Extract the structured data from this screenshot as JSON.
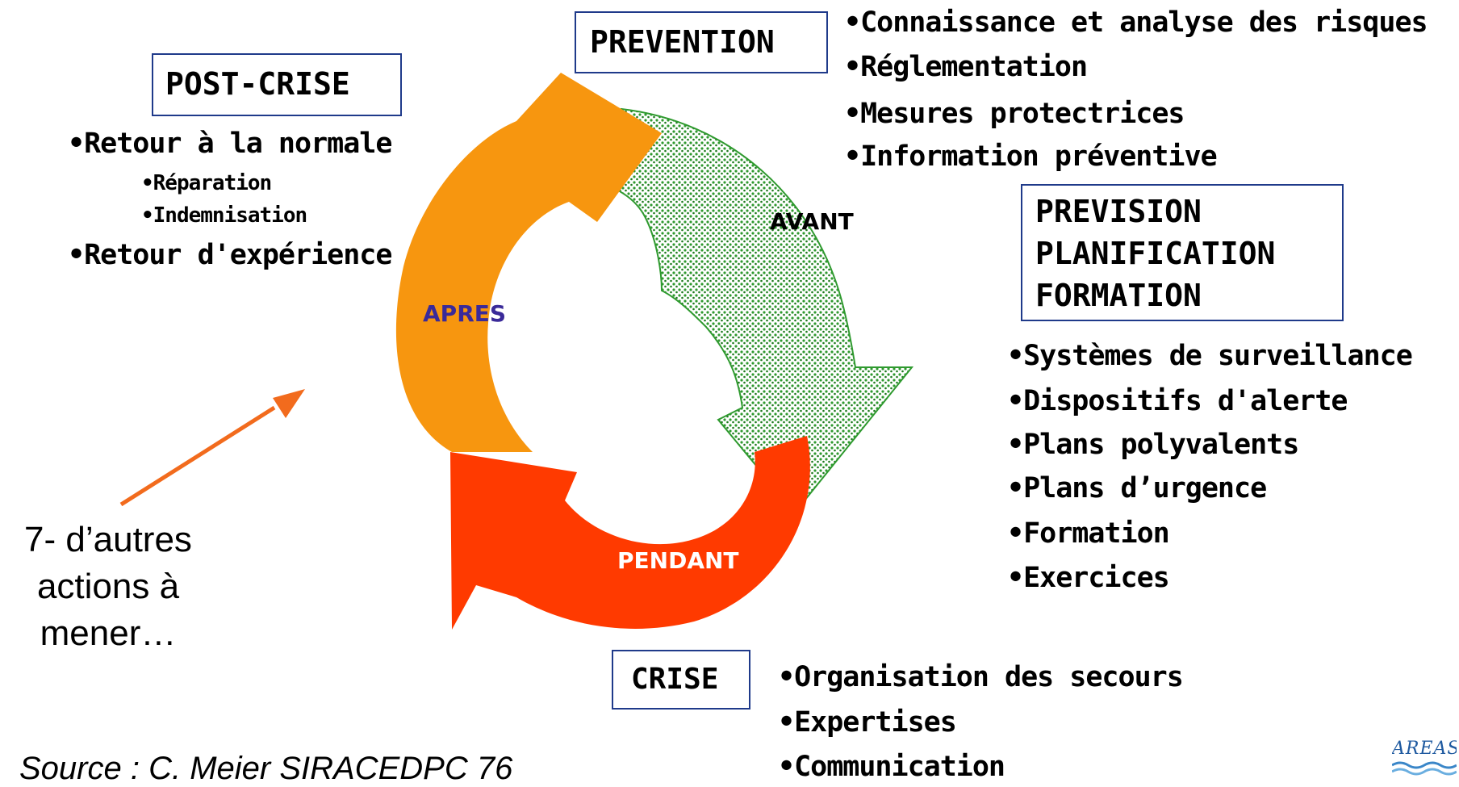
{
  "boxes": {
    "prevention": "PREVENTION",
    "post_crise": "POST-CRISE",
    "prevision": [
      "PREVISION",
      "PLANIFICATION",
      "FORMATION"
    ],
    "crise": "CRISE"
  },
  "stages": {
    "avant": "AVANT",
    "apres": "APRES",
    "pendant": "PENDANT"
  },
  "prevention_items": [
    "•Connaissance et analyse des risques",
    "•Réglementation",
    "•Mesures protectrices",
    "•Information préventive"
  ],
  "post_crise_items": {
    "retour_normale": "•Retour à la normale",
    "reparation": "•Réparation",
    "indemnisation": "•Indemnisation",
    "retour_experience": "•Retour d'expérience"
  },
  "prevision_items": [
    "•Systèmes de surveillance",
    "•Dispositifs d'alerte",
    "•Plans polyvalents",
    "•Plans d’urgence",
    "•Formation",
    "•Exercices"
  ],
  "crise_items": [
    "•Organisation des secours",
    "•Expertises",
    "•Communication"
  ],
  "note": [
    "7- d’autres",
    "actions à",
    "mener…"
  ],
  "source": "Source : C. Meier SIRACEDPC 76",
  "logo_text": "AREAS",
  "colors": {
    "apres_arrow": "#f7960f",
    "pendant_arrow": "#ff3a00",
    "avant_arrow": "#2f9a2f",
    "box_border": "#1f3a8a",
    "apres_label": "#3a2a99",
    "pendant_label": "#ffffff",
    "pointer_arrow": "#f26b1d"
  }
}
